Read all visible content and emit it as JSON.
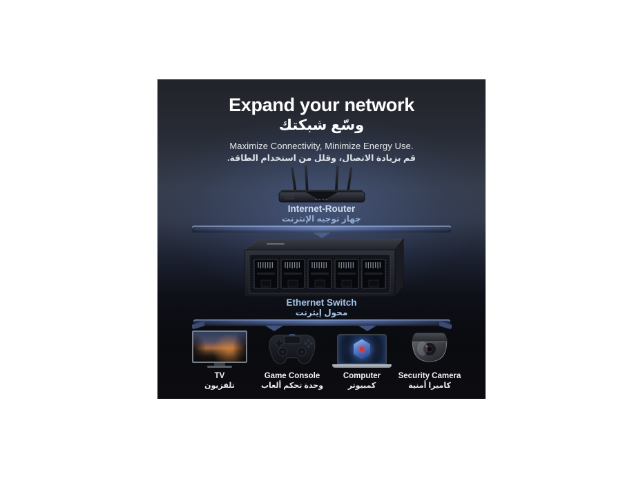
{
  "panel": {
    "title_en": "Expand your network",
    "title_ar": "وسّع شبكتك",
    "subtitle_en": "Maximize Connectivity, Minimize Energy Use.",
    "subtitle_ar": "قم بزيادة الاتصال، وقلل من استخدام الطاقة.",
    "background_top": "#212329",
    "background_mid": "#363d4d",
    "background_bottom": "#0a0b0f"
  },
  "router": {
    "label_en": "Internet-Router",
    "label_ar": "جهاز توجيه الإنترنت",
    "icon": "wifi-router-4-antennas"
  },
  "switch": {
    "label_en": "Ethernet Switch",
    "label_ar": "محول إيثرنت",
    "port_count": "5",
    "icon": "5-port-ethernet-switch"
  },
  "devices": [
    {
      "label_en": "TV",
      "label_ar": "تلفزيون",
      "icon": "tv"
    },
    {
      "label_en": "Game Console",
      "label_ar": "وحدة تحكم ألعاب",
      "icon": "game-controller"
    },
    {
      "label_en": "Computer",
      "label_ar": "كمبيوتر",
      "icon": "laptop"
    },
    {
      "label_en": "Security Camera",
      "label_ar": "كاميرا أمنية",
      "icon": "dome-camera"
    }
  ],
  "colors": {
    "accent_label_blue": "#a3c4ea",
    "router_label_blue": "#cfdcf0",
    "router_label_ar_blue": "#93aed2",
    "connector_bar_blue": "#6b83b6",
    "title_white": "#ffffff"
  }
}
